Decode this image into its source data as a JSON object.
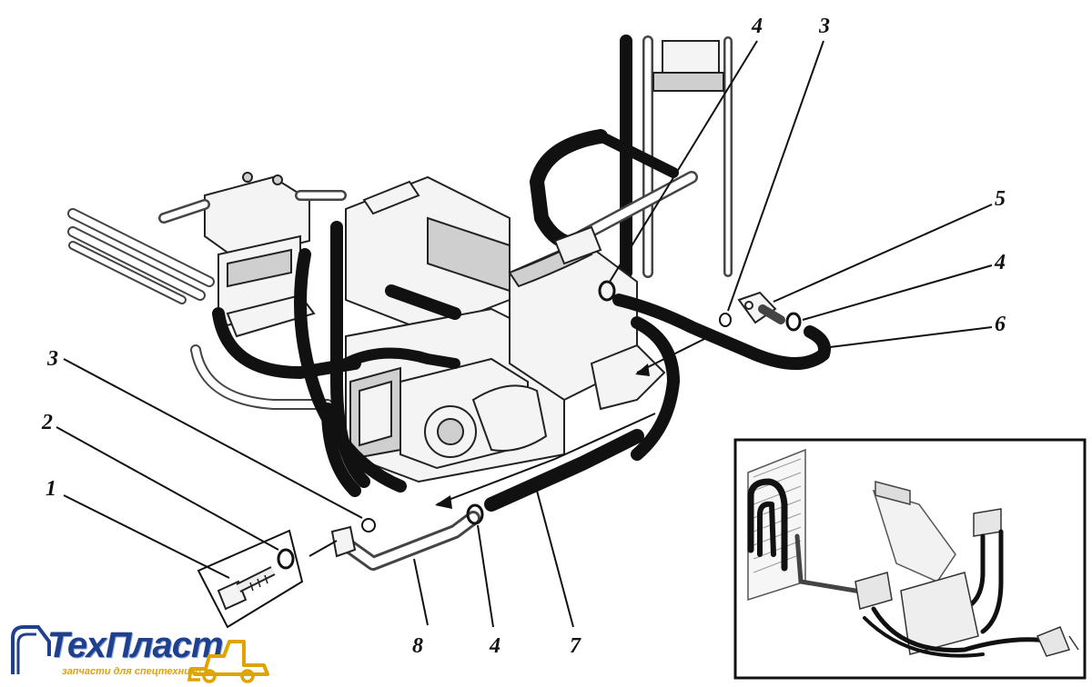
{
  "callouts": [
    {
      "id": "c1",
      "label": "1"
    },
    {
      "id": "c2",
      "label": "2"
    },
    {
      "id": "c3a",
      "label": "3"
    },
    {
      "id": "c3b",
      "label": "3"
    },
    {
      "id": "c4a",
      "label": "4"
    },
    {
      "id": "c4b",
      "label": "4"
    },
    {
      "id": "c4c",
      "label": "4"
    },
    {
      "id": "c5",
      "label": "5"
    },
    {
      "id": "c6",
      "label": "6"
    },
    {
      "id": "c7",
      "label": "7"
    },
    {
      "id": "c8",
      "label": "8"
    }
  ],
  "logo": {
    "name": "ТехПласт",
    "tagline": "запчасти для спецтехники",
    "colors": {
      "text": "#1f3f8f",
      "accent": "#e0a400"
    }
  },
  "icons": {
    "logo_mark": "excavator-outline-icon",
    "logo_loader": "loader-icon"
  }
}
